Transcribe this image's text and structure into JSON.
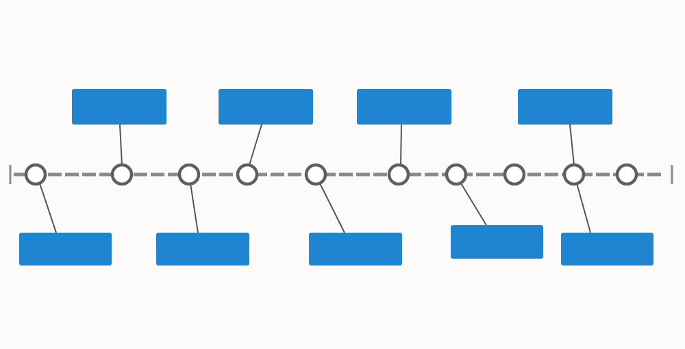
{
  "colors": {
    "background": "#fcfbfa",
    "box_fill": "#1f85d0",
    "axis": "#8a8a8a",
    "node_stroke": "#5f5f5f",
    "node_fill": "#ffffff",
    "connector": "#555555"
  },
  "timeline": {
    "node_count": 10,
    "top_boxes": [
      {
        "label": "",
        "node": 1
      },
      {
        "label": "",
        "node": 3
      },
      {
        "label": "",
        "node": 5
      },
      {
        "label": "",
        "node": 8
      }
    ],
    "bottom_boxes": [
      {
        "label": "",
        "node": 0
      },
      {
        "label": "",
        "node": 2
      },
      {
        "label": "",
        "node": 4
      },
      {
        "label": "",
        "node": 6
      },
      {
        "label": "",
        "node": 8
      }
    ]
  }
}
